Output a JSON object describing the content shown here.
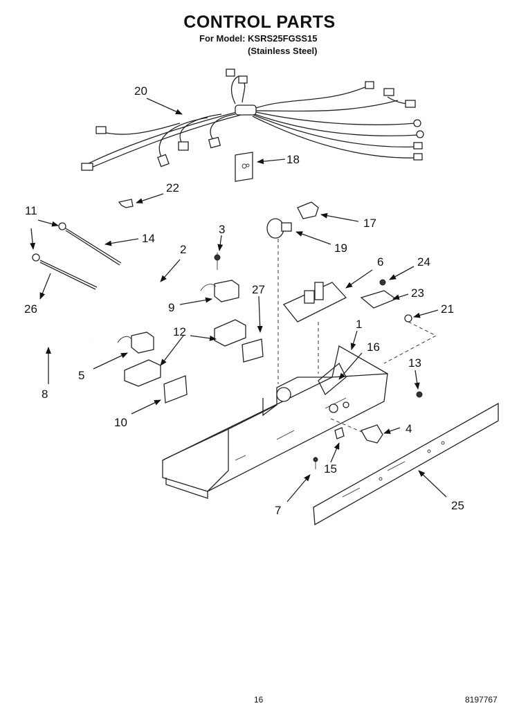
{
  "header": {
    "title": "CONTROL PARTS",
    "model_line": "For Model: KSRS25FGSS15",
    "variant_line": "(Stainless Steel)"
  },
  "callouts": [
    "20",
    "18",
    "22",
    "11",
    "14",
    "3",
    "2",
    "26",
    "9",
    "27",
    "6",
    "24",
    "23",
    "21",
    "17",
    "19",
    "1",
    "16",
    "13",
    "12",
    "5",
    "8",
    "10",
    "4",
    "15",
    "7",
    "25"
  ],
  "footer": {
    "page_number": "16",
    "doc_number": "8197767"
  }
}
